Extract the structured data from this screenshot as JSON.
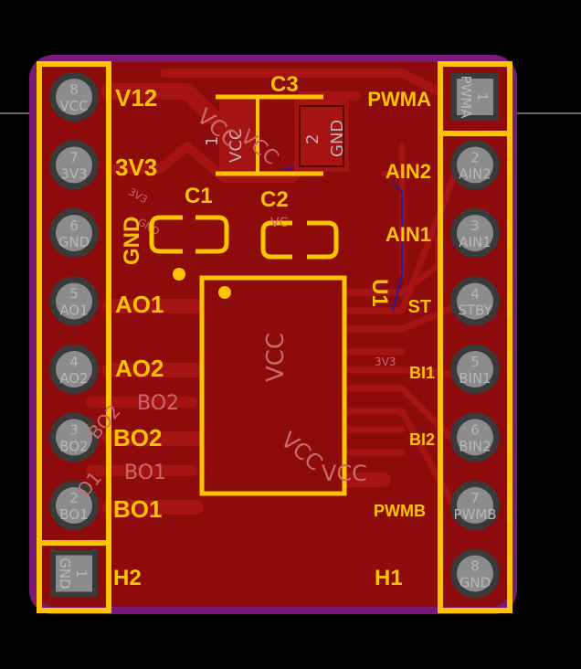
{
  "colors": {
    "background": "#000000",
    "board_edge": "#7a1a78",
    "copper": "#8e0b0b",
    "copper_trace": "#a51313",
    "silkscreen": "#ffc300",
    "fab_text": "#c86a6a",
    "pad": "#8c8c8c",
    "via_trace": "#1e1ea0"
  },
  "components": {
    "c1": "C1",
    "c2": "C2",
    "c3": "C3",
    "u1": "U1",
    "h1": "H1",
    "h2": "H2"
  },
  "c3_pads": {
    "pin1_num": "1",
    "pin1_net": "VCC",
    "pin2_num": "2",
    "pin2_net": "GND"
  },
  "left_header": [
    {
      "num": "8",
      "net": "VCC",
      "label": "V12"
    },
    {
      "num": "7",
      "net": "3V3",
      "label": "3V3"
    },
    {
      "num": "6",
      "net": "GND",
      "label": "GND"
    },
    {
      "num": "5",
      "net": "AO1",
      "label": "AO1"
    },
    {
      "num": "4",
      "net": "AO2",
      "label": "AO2"
    },
    {
      "num": "3",
      "net": "BO2",
      "label": "BO2"
    },
    {
      "num": "2",
      "net": "BO1",
      "label": "BO1"
    },
    {
      "num": "1",
      "net": "GND",
      "label": ""
    }
  ],
  "right_header": [
    {
      "num": "1",
      "net": "PWMA",
      "label": "PWMA"
    },
    {
      "num": "2",
      "net": "AIN2",
      "label": "AIN2"
    },
    {
      "num": "3",
      "net": "AIN1",
      "label": "AIN1"
    },
    {
      "num": "4",
      "net": "STBY",
      "label": "ST"
    },
    {
      "num": "5",
      "net": "BIN1",
      "label": "BI1"
    },
    {
      "num": "6",
      "net": "BIN2",
      "label": "BI2"
    },
    {
      "num": "7",
      "net": "PWMB",
      "label": "PWMB"
    },
    {
      "num": "8",
      "net": "GND",
      "label": ""
    }
  ],
  "net_labels": {
    "vcc_top1": "VCC",
    "vcc_top2": "VCC",
    "vcc_ic": "VCC",
    "vcc_ic2": "VCC",
    "vcc_ic3": "VCC",
    "net_3v3_small": "3V3",
    "net_3v3_right": "3V3",
    "bo2_fab": "BO2",
    "bo2_fab2": "BO2",
    "bo1_fab": "BO1",
    "bo1_fab2": "O1",
    "gnd_small": "GND",
    "vcc_c2": "VC"
  }
}
